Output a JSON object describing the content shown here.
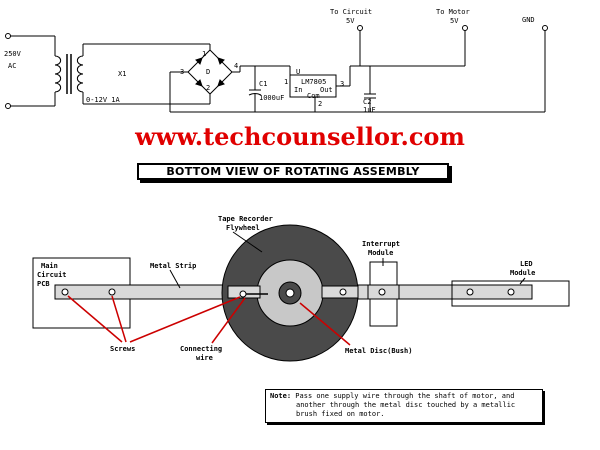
{
  "circuit": {
    "label_ac_voltage": "250V",
    "label_ac": "AC",
    "label_transformer_ref": "X1",
    "label_transformer_rating": "0-12V 1A",
    "label_bridge_1": "1",
    "label_bridge_2": "2",
    "label_bridge_3": "3",
    "label_bridge_4": "4",
    "label_bridge_D": "D",
    "label_c1": "C1",
    "label_c1_value": "1000uF",
    "label_regulator_pin1": "1",
    "label_regulator_u": "U",
    "label_regulator_name": "LM7805",
    "label_regulator_in": "In",
    "label_regulator_out": "Out",
    "label_regulator_pin3": "3",
    "label_regulator_com": "Com",
    "label_regulator_pin2": "2",
    "label_c2": "C2",
    "label_c2_value": "1uF",
    "label_to_circuit": "To Circuit",
    "label_to_circuit_v": "5V",
    "label_to_motor": "To Motor",
    "label_to_motor_v": "5V",
    "label_gnd": "GND"
  },
  "watermark": "www.techcounsellor.com",
  "assembly": {
    "title": "BOTTOM VIEW OF ROTATING ASSEMBLY",
    "label_flywheel_1": "Tape Recorder",
    "label_flywheel_2": "Flywheel",
    "label_main_pcb_1": "Main",
    "label_main_pcb_2": "Circuit",
    "label_main_pcb_3": "PCB",
    "label_metal_strip": "Metal Strip",
    "label_interrupt_1": "Interrupt",
    "label_interrupt_2": "Module",
    "label_led_1": "LED",
    "label_led_2": "Module",
    "label_screws": "Screws",
    "label_connecting_1": "Connecting",
    "label_connecting_2": "wire",
    "label_metal_disc": "Metal Disc(Bush)",
    "note_label": "Note:",
    "note_line1": "Pass one supply wire through the shaft of motor, and",
    "note_line2": "another through the metal disc touched by a metallic",
    "note_line3": "brush fixed on motor."
  },
  "colors": {
    "watermark": "#e00000",
    "flywheel": "#4a4a4a",
    "disc": "#c8c8c8",
    "strip": "#d9d9d9",
    "arrow": "#cc0000"
  }
}
